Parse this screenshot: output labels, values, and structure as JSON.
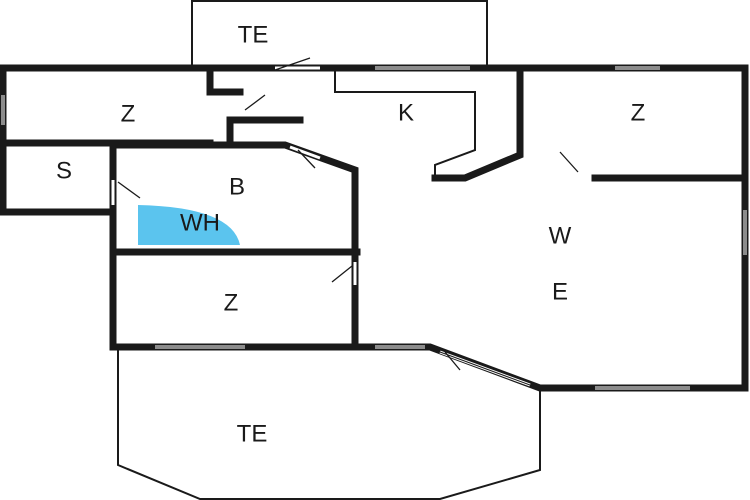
{
  "rooms": {
    "terrace_top": "TE",
    "room_top_left": "Z",
    "storage": "S",
    "kitchen": "K",
    "room_top_right": "Z",
    "bathroom": "B",
    "water_heater": "WH",
    "living_w": "W",
    "living_e": "E",
    "room_middle": "Z",
    "terrace_bottom": "TE"
  },
  "colors": {
    "wall": "#1a1a1a",
    "water_heater_fill": "#5bc4ee",
    "background": "#ffffff"
  }
}
